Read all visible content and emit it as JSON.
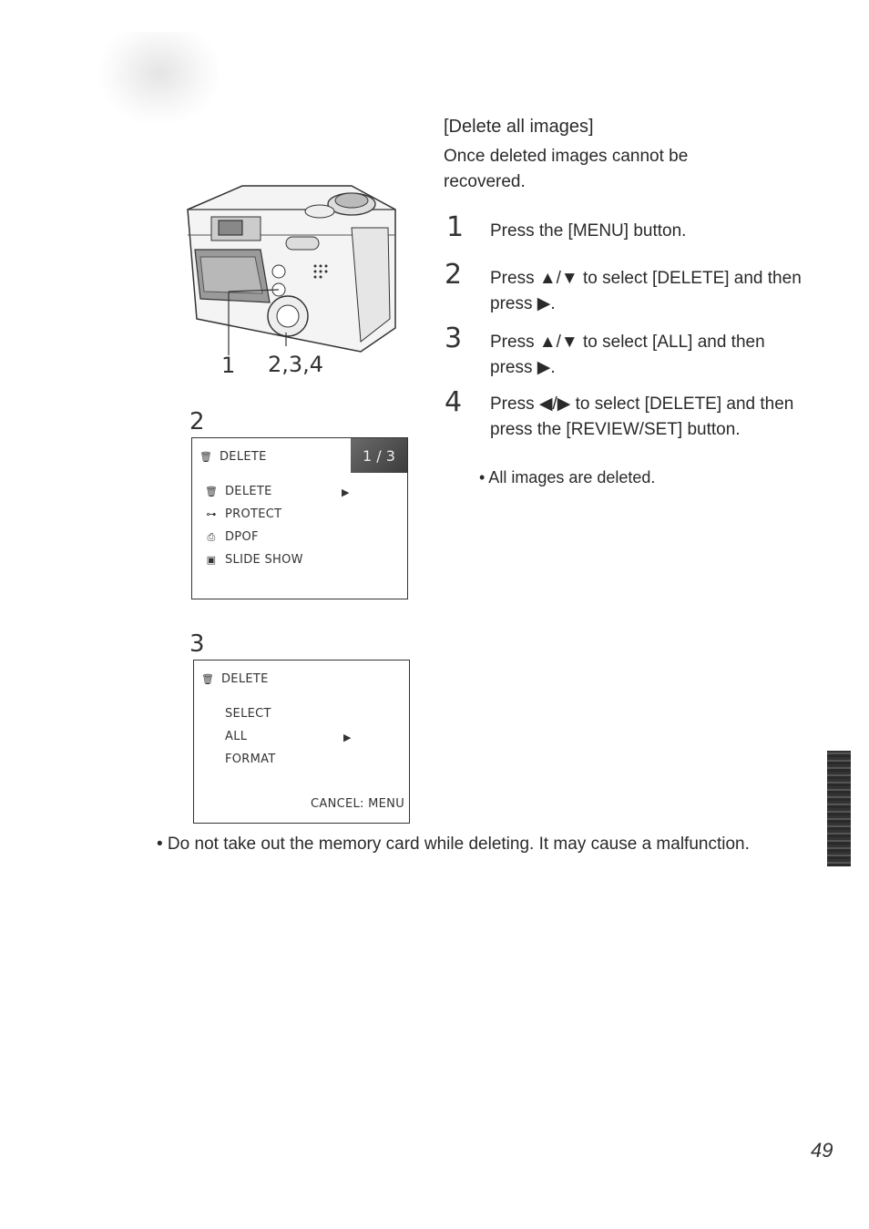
{
  "right_column": {
    "title": "[Delete all images]",
    "note": "Once deleted images cannot be recovered.",
    "steps": [
      {
        "num": "1",
        "text": "Press the [MENU] button."
      },
      {
        "num": "2",
        "text": "Press ▲/▼ to select [DELETE] and then press ▶."
      },
      {
        "num": "3",
        "text": "Press ▲/▼ to select [ALL] and then press ▶."
      },
      {
        "num": "4",
        "text": "Press ◀/▶ to select [DELETE] and then press the [REVIEW/SET] button."
      }
    ],
    "result_bullet": "• All images are deleted."
  },
  "camera_figure": {
    "callout_left": "1",
    "callout_right": "2,3,4"
  },
  "screen_2": {
    "label": "2",
    "header": "DELETE",
    "page_badge": "1 / 3",
    "items": [
      "DELETE",
      "PROTECT",
      "DPOF",
      "SLIDE SHOW"
    ],
    "icons": [
      "trash-icon",
      "key-icon",
      "print-icon",
      "slideshow-icon"
    ]
  },
  "screen_3": {
    "label": "3",
    "header": "DELETE",
    "items": [
      "SELECT",
      "ALL",
      "FORMAT"
    ],
    "footer": "CANCEL: MENU"
  },
  "bottom_note": "• Do not take out the memory card while deleting. It may cause a malfunction.",
  "page_number": "49"
}
